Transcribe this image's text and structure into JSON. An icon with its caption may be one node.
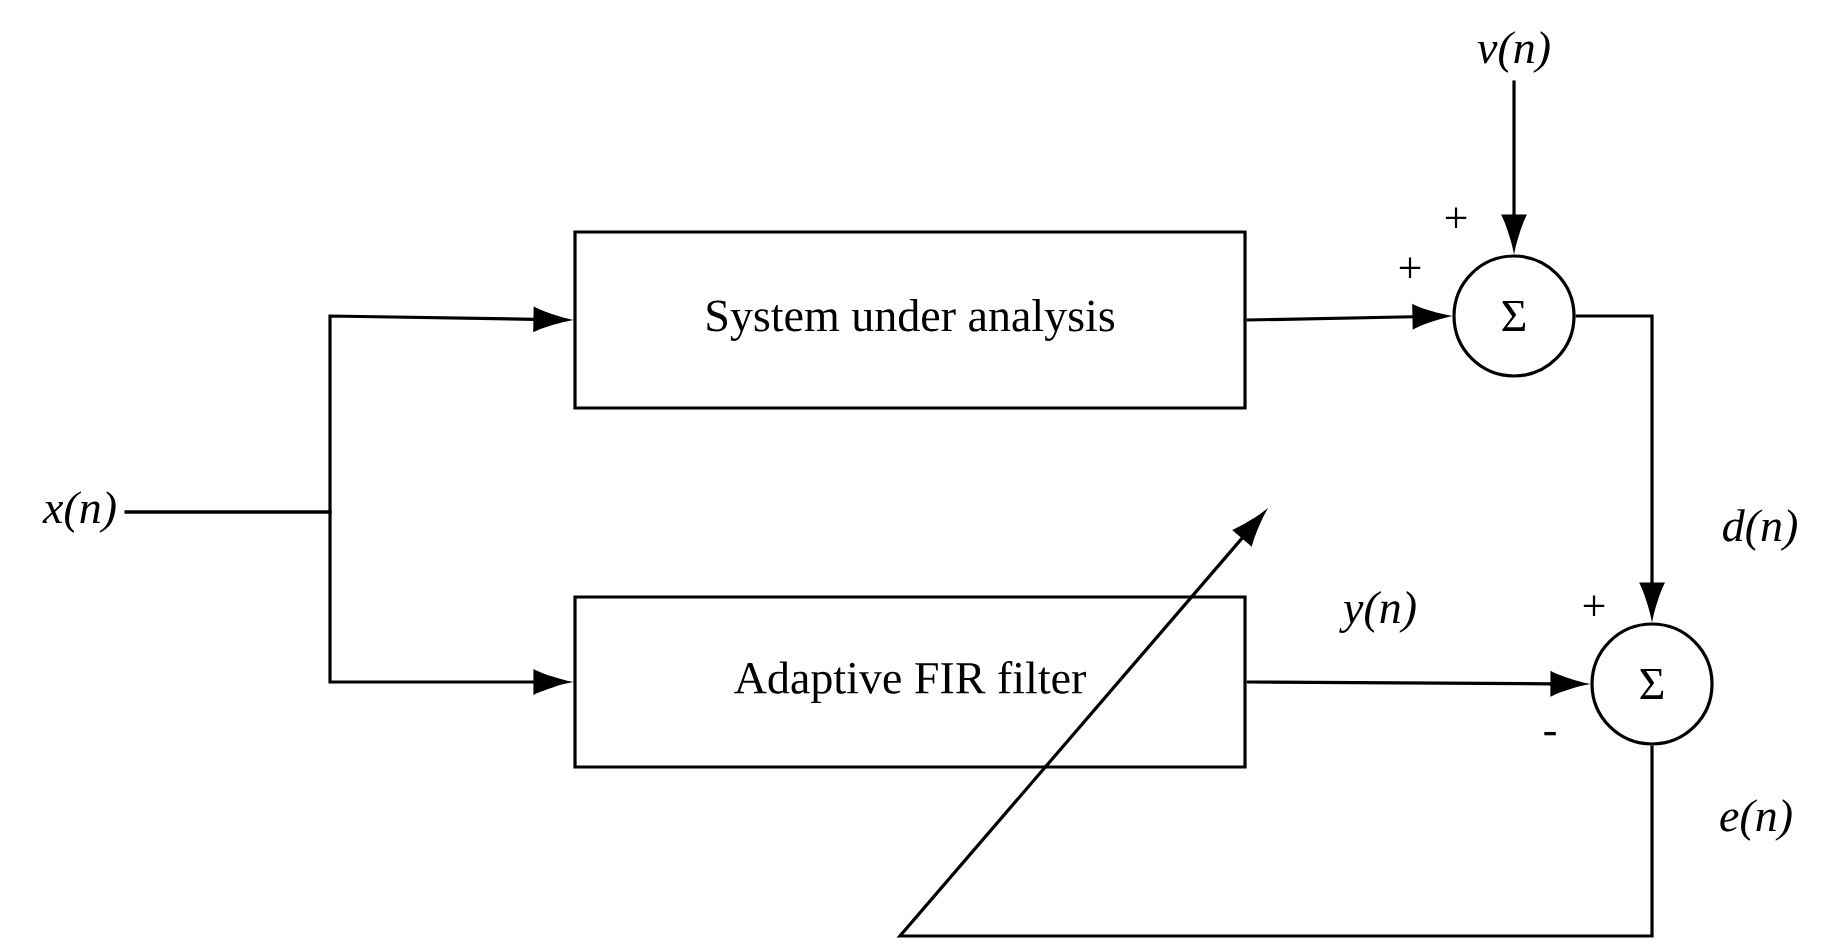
{
  "diagram": {
    "nodes": [
      {
        "text": [
          "x(n)"
        ]
      },
      {
        "text": [
          "System under analysis"
        ]
      },
      {
        "text": [
          "Adaptive FIR filter"
        ]
      },
      {
        "text": [
          "v(n)"
        ]
      },
      {
        "text": [
          "Σ"
        ]
      },
      {
        "text": [
          "Σ"
        ]
      }
    ],
    "edges": [
      {
        "from": 0,
        "to": 1,
        "arrow": "to"
      },
      {
        "from": 0,
        "to": 2,
        "arrow": "to"
      },
      {
        "from": 1,
        "to": 4,
        "arrow": "to"
      },
      {
        "from": 3,
        "to": 4,
        "arrow": "to"
      },
      {
        "from": 4,
        "to": 5,
        "arrow": "to",
        "label": "d(n)"
      },
      {
        "from": 2,
        "to": 5,
        "arrow": "to",
        "label": "y(n)"
      },
      {
        "from": 5,
        "to": 2,
        "arrow": "to",
        "label": "e(n)"
      }
    ],
    "labels": [
      "+",
      "+",
      "+",
      "-"
    ]
  }
}
